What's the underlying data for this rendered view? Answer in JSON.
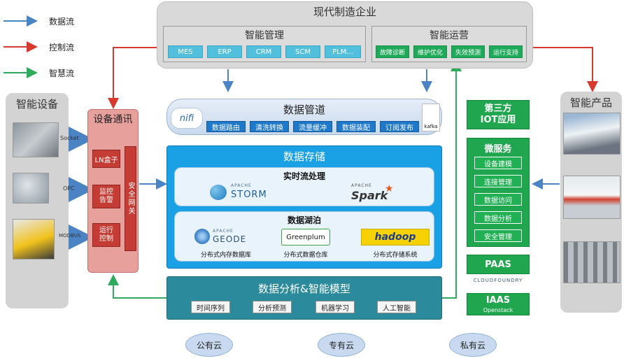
{
  "legend": [
    {
      "label": "数据流",
      "color": "#4a84c4"
    },
    {
      "label": "控制流",
      "color": "#d63a2f"
    },
    {
      "label": "智慧流",
      "color": "#2eaa5c"
    }
  ],
  "enterprise": {
    "title": "现代制造企业",
    "management": {
      "title": "智能管理",
      "items": [
        "MES",
        "ERP",
        "CRM",
        "SCM",
        "PLM..."
      ]
    },
    "operations": {
      "title": "智能运营",
      "items": [
        "故障诊断",
        "维护优化",
        "失效预测",
        "运行支持"
      ]
    }
  },
  "devices": {
    "title": "智能设备",
    "protocols": [
      "Socket",
      "OPC",
      "MODBUS"
    ]
  },
  "device_comm": {
    "title": "设备通讯",
    "modules": [
      "LN盒子",
      "监控\n告警",
      "运行\n控制"
    ],
    "gateway": "安全网关"
  },
  "pipeline": {
    "title": "数据管道",
    "logo_left": "nifi",
    "logo_right": "kafka",
    "items": [
      "数据路由",
      "清洗转换",
      "流量缓冲",
      "数据装配",
      "订阅发布"
    ]
  },
  "storage": {
    "title": "数据存储",
    "stream": {
      "title": "实时流处理",
      "logos": [
        {
          "top": "APACHE",
          "name": "STORM"
        },
        {
          "top": "APACHE",
          "name": "Spark"
        }
      ]
    },
    "lake": {
      "title": "数据湖泊",
      "logos": [
        {
          "top": "APACHE",
          "name": "GEODE",
          "caption": "分布式内存数据库"
        },
        {
          "top": "",
          "name": "Greenplum",
          "caption": "分布式数据仓库"
        },
        {
          "top": "",
          "name": "hadoop",
          "caption": "分布式存储系统"
        }
      ]
    }
  },
  "analysis": {
    "title": "数据分析&智能模型",
    "items": [
      "时间序列",
      "分析预测",
      "机器学习",
      "人工智能"
    ]
  },
  "iot": {
    "title": "第三方\nIOT应用"
  },
  "microservices": {
    "title": "微服务",
    "items": [
      "设备建模",
      "连接管理",
      "数据访问",
      "数据分析",
      "安全管理"
    ]
  },
  "paas": {
    "title": "PAAS",
    "sub": "CLOUDFOUNDRY"
  },
  "iaas": {
    "title": "IAAS",
    "sub": "Openstack"
  },
  "clouds": [
    "公有云",
    "专有云",
    "私有云"
  ],
  "products": {
    "title": "智能产品"
  },
  "colors": {
    "data": "#4a84c4",
    "control": "#d63a2f",
    "wisdom": "#2eaa5c"
  }
}
